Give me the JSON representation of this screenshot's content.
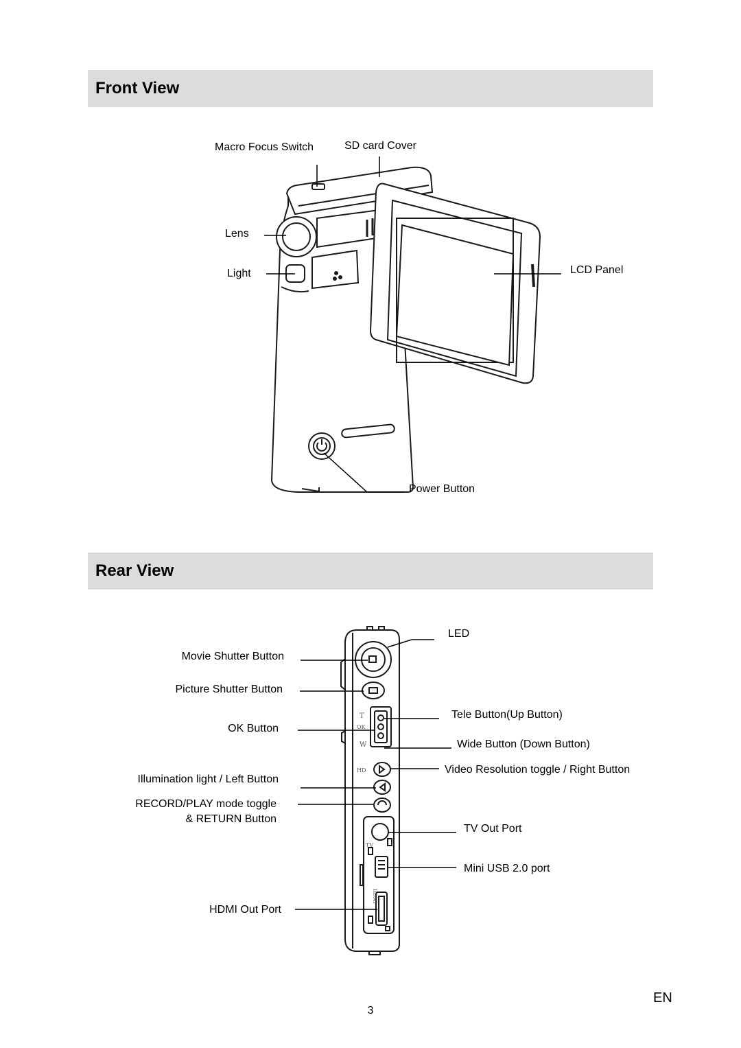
{
  "sections": {
    "front": {
      "title": "Front View"
    },
    "rear": {
      "title": "Rear View"
    }
  },
  "front_labels": {
    "macro_focus_switch": "Macro Focus Switch",
    "sd_card_cover": "SD card Cover",
    "lens": "Lens",
    "light": "Light",
    "lcd_panel": "LCD Panel",
    "power_button": "Power Button"
  },
  "rear_labels": {
    "led": "LED",
    "movie_shutter_button": "Movie Shutter Button",
    "picture_shutter_button": "Picture Shutter Button",
    "ok_button": "OK Button",
    "tele_button": "Tele Button(Up Button)",
    "wide_button": "Wide Button (Down Button)",
    "video_resolution_toggle": "Video Resolution toggle / Right Button",
    "illumination_light": "Illumination light / Left Button",
    "record_play_line1": "RECORD/PLAY mode toggle",
    "record_play_line2": "& RETURN Button",
    "tv_out_port": "TV Out Port",
    "mini_usb_port": "Mini USB 2.0 port",
    "hdmi_out_port": "HDMI Out Port"
  },
  "device_markings": {
    "tele": "T",
    "ok": "OK",
    "wide": "W",
    "hd": "HD",
    "tv": "TV",
    "hdmi": "HDMI"
  },
  "footer": {
    "page_number": "3",
    "language": "EN"
  }
}
